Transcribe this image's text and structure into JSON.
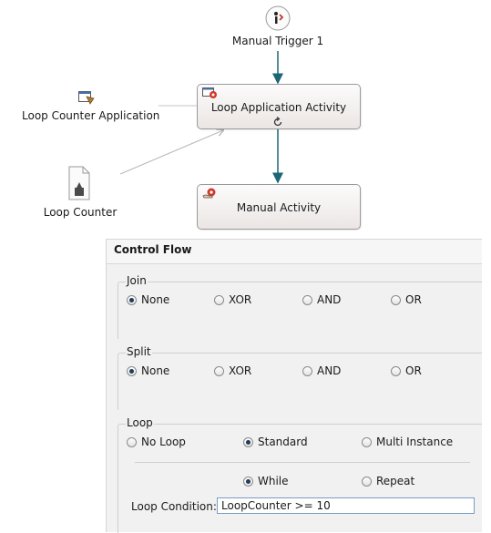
{
  "diagram": {
    "manual_trigger_label": "Manual Trigger 1",
    "loop_app_activity_label": "Loop Application Activity",
    "manual_activity_label": "Manual Activity",
    "loop_counter_app_label": "Loop Counter Application",
    "loop_counter_label": "Loop Counter",
    "colors": {
      "flow_arrow": "#1c6574",
      "assoc_line": "#b8b8b8"
    }
  },
  "control_flow": {
    "title": "Control Flow",
    "join": {
      "label": "Join",
      "options": [
        "None",
        "XOR",
        "AND",
        "OR"
      ],
      "selected": "None"
    },
    "split": {
      "label": "Split",
      "options": [
        "None",
        "XOR",
        "AND",
        "OR"
      ],
      "selected": "None"
    },
    "loop": {
      "label": "Loop",
      "type_options": [
        "No Loop",
        "Standard",
        "Multi Instance"
      ],
      "type_selected": "Standard",
      "test_options": [
        "While",
        "Repeat"
      ],
      "test_selected": "While",
      "condition_label": "Loop Condition:",
      "condition_value": "LoopCounter >= 10"
    }
  }
}
